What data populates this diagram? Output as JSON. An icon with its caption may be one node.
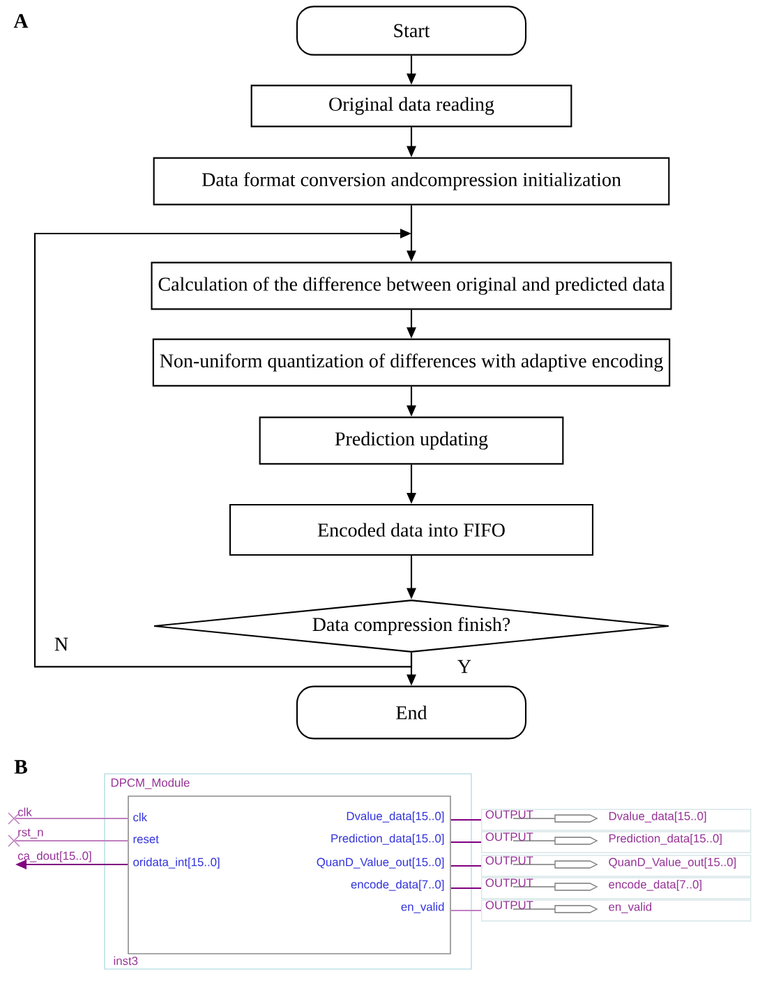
{
  "diagram": {
    "nodes": [
      {
        "text": [
          "Start"
        ]
      },
      {
        "text": [
          "Original data reading"
        ]
      },
      {
        "text": [
          "Data format conversion andcompression initialization"
        ]
      },
      {
        "text": [
          "Calculation of the difference between original and predicted data"
        ]
      },
      {
        "text": [
          "Non-uniform quantization of differences with adaptive encoding"
        ]
      },
      {
        "text": [
          "Prediction updating"
        ]
      },
      {
        "text": [
          "Encoded data into FIFO"
        ]
      },
      {
        "text": [
          "Data compression finish?"
        ]
      },
      {
        "text": [
          "End"
        ]
      },
      {
        "text": [
          "DPCM_Module",
          "inst3"
        ]
      },
      {
        "text": [
          "clk",
          "reset",
          "oridata_int[15..0]",
          "Dvalue_data[15..0]",
          "Prediction_data[15..0]",
          "QuanD_Value_out[15..0]",
          "encode_data[7..0]",
          "en_valid"
        ],
        "in": 9
      },
      {
        "text": [
          "clk"
        ]
      },
      {
        "text": [
          "rst_n"
        ]
      },
      {
        "text": [
          "ca_dout[15..0]"
        ]
      },
      {
        "text": [
          "OUTPUT",
          "Dvalue_data[15..0]"
        ]
      },
      {
        "text": [
          "OUTPUT",
          "Prediction_data[15..0]"
        ]
      },
      {
        "text": [
          "OUTPUT",
          "QuanD_Value_out[15..0]"
        ]
      },
      {
        "text": [
          "OUTPUT",
          "encode_data[7..0]"
        ]
      },
      {
        "text": [
          "OUTPUT",
          "en_valid"
        ]
      }
    ],
    "edges": [
      {
        "from": 0,
        "to": 1,
        "arrow": "to"
      },
      {
        "from": 1,
        "to": 2,
        "arrow": "to"
      },
      {
        "from": 2,
        "to": 3,
        "arrow": "to"
      },
      {
        "from": 3,
        "to": 4,
        "arrow": "to"
      },
      {
        "from": 4,
        "to": 5,
        "arrow": "to"
      },
      {
        "from": 5,
        "to": 6,
        "arrow": "to"
      },
      {
        "from": 6,
        "to": 7,
        "arrow": "to"
      },
      {
        "from": 7,
        "to": 8,
        "arrow": "to",
        "label": "Y"
      },
      {
        "from": 7,
        "to": 3,
        "arrow": "to",
        "label": "N"
      },
      {
        "from": 11,
        "to": 10,
        "arrow": "none",
        "color": "#c080c0"
      },
      {
        "from": 12,
        "to": 10,
        "arrow": "none",
        "color": "#c080c0"
      },
      {
        "from": 10,
        "to": 13,
        "arrow": "to",
        "color": "#800080"
      },
      {
        "from": 10,
        "to": 14,
        "arrow": "none",
        "color": "#800080"
      },
      {
        "from": 10,
        "to": 15,
        "arrow": "none",
        "color": "#800080"
      },
      {
        "from": 10,
        "to": 16,
        "arrow": "none",
        "color": "#800080"
      },
      {
        "from": 10,
        "to": 17,
        "arrow": "none",
        "color": "#800080"
      },
      {
        "from": 10,
        "to": 18,
        "arrow": "none",
        "color": "#c080c0"
      }
    ],
    "labels": [
      "A",
      "B"
    ]
  }
}
